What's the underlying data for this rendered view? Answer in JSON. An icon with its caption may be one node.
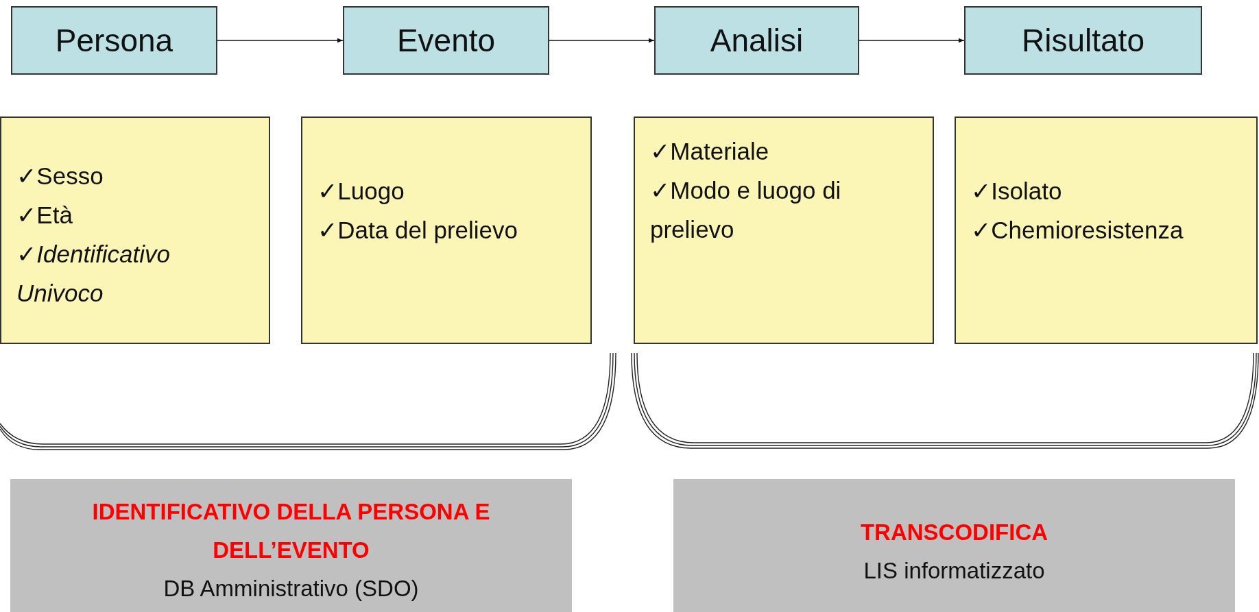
{
  "diagram": {
    "nodes": [
      {
        "text": [
          "Persona"
        ]
      },
      {
        "text": [
          "Evento"
        ]
      },
      {
        "text": [
          "Analisi"
        ]
      },
      {
        "text": [
          "Risultato"
        ]
      },
      {
        "text": [
          "✓Sesso",
          "✓Età",
          "✓*Identificativo Univoco*"
        ]
      },
      {
        "text": [
          "✓Luogo",
          "✓Data del prelievo"
        ]
      },
      {
        "text": [
          "✓Materiale",
          "✓Modo e luogo di prelievo"
        ]
      },
      {
        "text": [
          "✓Isolato",
          "✓Chemioresistenza"
        ]
      },
      {
        "text": [
          "IDENTIFICATIVO DELLA PERSONA E DELL’EVENTO",
          "DB Amministrativo (SDO)"
        ]
      },
      {
        "text": [
          "TRANSCODIFICA",
          "LIS informatizzato"
        ]
      }
    ],
    "edges": [
      {
        "from": 0,
        "to": 1,
        "arrow": "to"
      },
      {
        "from": 1,
        "to": 2,
        "arrow": "to"
      },
      {
        "from": 2,
        "to": 3,
        "arrow": "to"
      }
    ]
  }
}
